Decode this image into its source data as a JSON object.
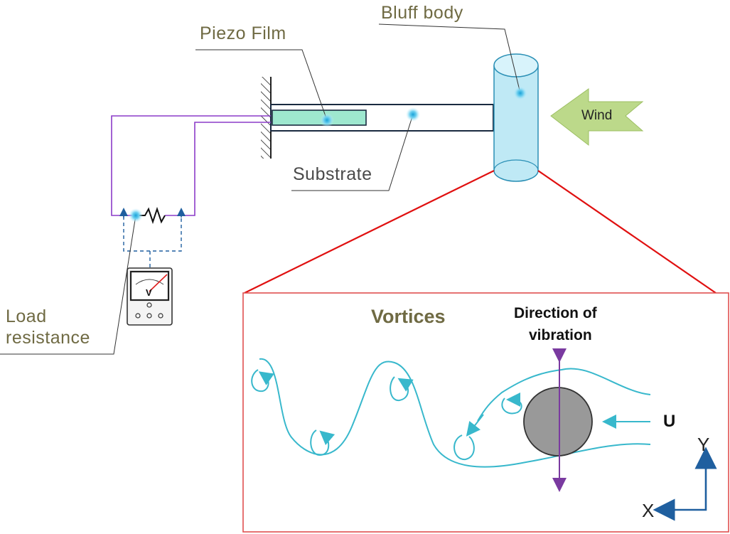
{
  "labels": {
    "bluff_body": "Bluff body",
    "piezo_film": "Piezo Film",
    "substrate": "Substrate",
    "wind": "Wind",
    "load_resistance_line1": "Load",
    "load_resistance_line2": "resistance",
    "meter_symbol": "V",
    "vortices": "Vortices",
    "direction_line1": "Direction of",
    "direction_line2": "vibration",
    "flow_velocity": "U",
    "axis_y": "Y",
    "axis_x": "X"
  },
  "colors": {
    "label_text": "#6f6a43",
    "cylinder_fill": "#bfe9f5",
    "cylinder_stroke": "#2a8fb5",
    "piezo_fill": "#9ee8cf",
    "wire": "#8c3cc8",
    "wind_arrow": "#bcd98a",
    "zoom_border": "#e05050",
    "zoom_line": "#e01010",
    "streamline": "#38b8cc",
    "vibration_arrow": "#7a3aa0",
    "cylinder_cross_section": "#999999",
    "axes": "#1f5f9f"
  }
}
